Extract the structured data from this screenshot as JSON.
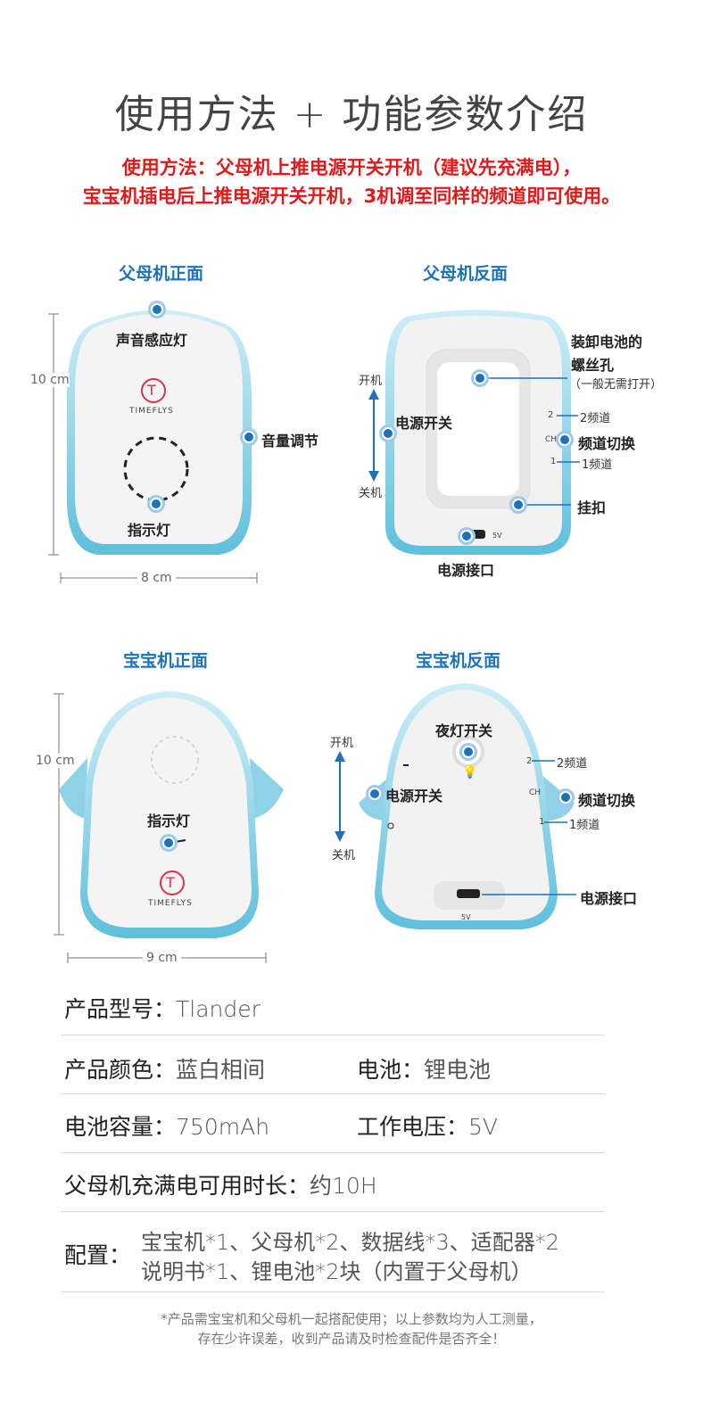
{
  "header": {
    "title": "使用方法 + 功能参数介绍",
    "instruction_line1": "使用方法：父母机上推电源开关开机（建议先充满电），",
    "instruction_line2": "宝宝机插电后上推电源开关开机，3机调至同样的频道即可使用。"
  },
  "parent_front": {
    "heading": "父母机正面",
    "label_light": "声音感应灯",
    "label_volume": "音量调节",
    "label_indicator": "指示灯",
    "dim_height": "10 cm",
    "dim_width": "8 cm",
    "brand": "TIMEFLYS",
    "logo_letter": "T"
  },
  "parent_back": {
    "heading": "父母机反面",
    "label_screw": "装卸电池的",
    "label_screw2": "螺丝孔",
    "label_screw_note": "（一般无需打开）",
    "label_on": "开机",
    "label_off": "关机",
    "label_power_switch": "电源开关",
    "label_ch2": "2频道",
    "label_ch_switch": "频道切换",
    "label_ch1": "1频道",
    "label_clip": "挂扣",
    "label_power_port": "电源接口",
    "mark_2": "2",
    "mark_ch": "CH",
    "mark_1": "1",
    "mark_5v": "5V"
  },
  "baby_front": {
    "heading": "宝宝机正面",
    "label_indicator": "指示灯",
    "dim_height": "10 cm",
    "dim_width": "9 cm",
    "brand": "TIMEFLYS",
    "logo_letter": "T"
  },
  "baby_back": {
    "heading": "宝宝机反面",
    "label_night_light": "夜灯开关",
    "label_on": "开机",
    "label_off": "关机",
    "label_power_switch": "电源开关",
    "label_ch2": "2频道",
    "label_ch_switch": "频道切换",
    "label_ch1": "1频道",
    "label_power_port": "电源接口",
    "mark_2": "2",
    "mark_ch": "CH",
    "mark_1": "1",
    "mark_5v": "5V"
  },
  "specs": {
    "model_key": "产品型号：",
    "model_val": "Tlander",
    "color_key": "产品颜色：",
    "color_val": "蓝白相间",
    "battery_key": "电池：",
    "battery_val": "锂电池",
    "capacity_key": "电池容量：",
    "capacity_val": "750mAh",
    "voltage_key": "工作电压：",
    "voltage_val": "5V",
    "runtime_key": "父母机充满电可用时长：",
    "runtime_val": "约10H",
    "config_key": "配置：",
    "config_line1": "宝宝机*1、父母机*2、数据线*3、适配器*2",
    "config_line2": "说明书*1、锂电池*2块（内置于父母机）"
  },
  "footer": {
    "note_line1": "*产品需宝宝机和父母机一起搭配使用；以上参数均为人工测量，",
    "note_line2": "存在少许误差，收到产品请及时检查配件是否齐全！"
  },
  "colors": {
    "accent_blue": "#1d72b8",
    "red": "#e11919",
    "device_teal": "#8fd1e6"
  }
}
